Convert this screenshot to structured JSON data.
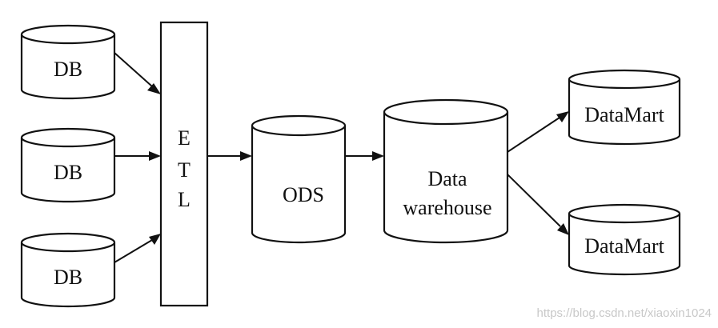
{
  "sources": [
    {
      "label": "DB"
    },
    {
      "label": "DB"
    },
    {
      "label": "DB"
    }
  ],
  "etl": {
    "letters": [
      "E",
      "T",
      "L"
    ]
  },
  "ods": {
    "label": "ODS"
  },
  "warehouse": {
    "line1": "Data",
    "line2": "warehouse"
  },
  "marts": [
    {
      "label": "DataMart"
    },
    {
      "label": "DataMart"
    }
  ],
  "watermark": "https://blog.csdn.net/xiaoxin1024"
}
